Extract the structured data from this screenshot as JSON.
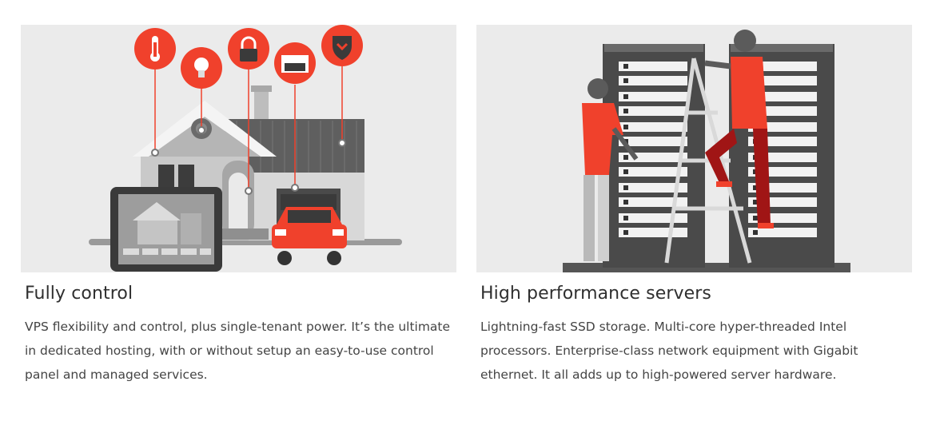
{
  "features": [
    {
      "title": "Fully control",
      "description": "VPS flexibility and control, plus single-tenant power. It’s the ultimate in dedicated hosting, with or without setup an easy-to-use control panel and managed services."
    },
    {
      "title": "High performance servers",
      "description": "Lightning-fast SSD storage. Multi-core hyper-threaded Intel processors. Enterprise-class network equipment with Gigabit ethernet. It all adds up to high-powered server hardware."
    }
  ],
  "colors": {
    "accent": "#f0412c",
    "illustration_bg": "#ebebeb",
    "text": "#444444"
  },
  "icons": {
    "smart_home": [
      "thermometer-icon",
      "lightbulb-icon",
      "padlock-icon",
      "garage-door-icon",
      "shield-icon"
    ]
  }
}
